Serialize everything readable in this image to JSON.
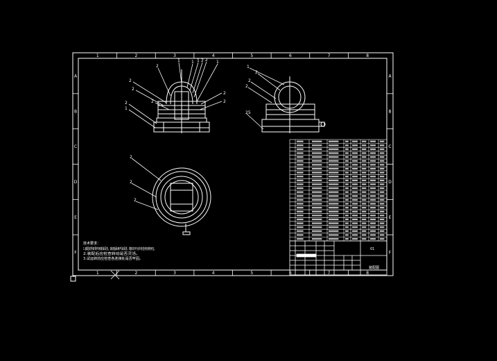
{
  "colors": {
    "background": "#000000",
    "line": "#ffffff"
  },
  "frame": {
    "column_labels": [
      "1",
      "2",
      "3",
      "4",
      "5",
      "6",
      "7",
      "8"
    ],
    "row_labels": [
      "A",
      "B",
      "C",
      "D",
      "E",
      "F"
    ]
  },
  "views": {
    "front": {
      "callouts": [
        "1",
        "1",
        "1",
        "2",
        "2",
        "1",
        "2",
        "2",
        "2",
        "2",
        "2",
        "1",
        "2",
        "2"
      ]
    },
    "side": {
      "callouts": [
        "1",
        "2",
        "2",
        "2",
        "25"
      ]
    },
    "top": {
      "callouts": [
        "2",
        "2",
        "2"
      ]
    }
  },
  "notes": {
    "heading": "技术要求：",
    "lines": [
      "1.装配前所有零件用煤油清洗，滚动轴承用汽油清洗，箱体内不允许有任何杂物存在。",
      "2.装配后应检查转动是否灵活。",
      "3.试运转前应检查各连接处是否牢固。"
    ]
  },
  "title_block": {
    "drawing_name": "装配图",
    "drawing_no": "01"
  }
}
